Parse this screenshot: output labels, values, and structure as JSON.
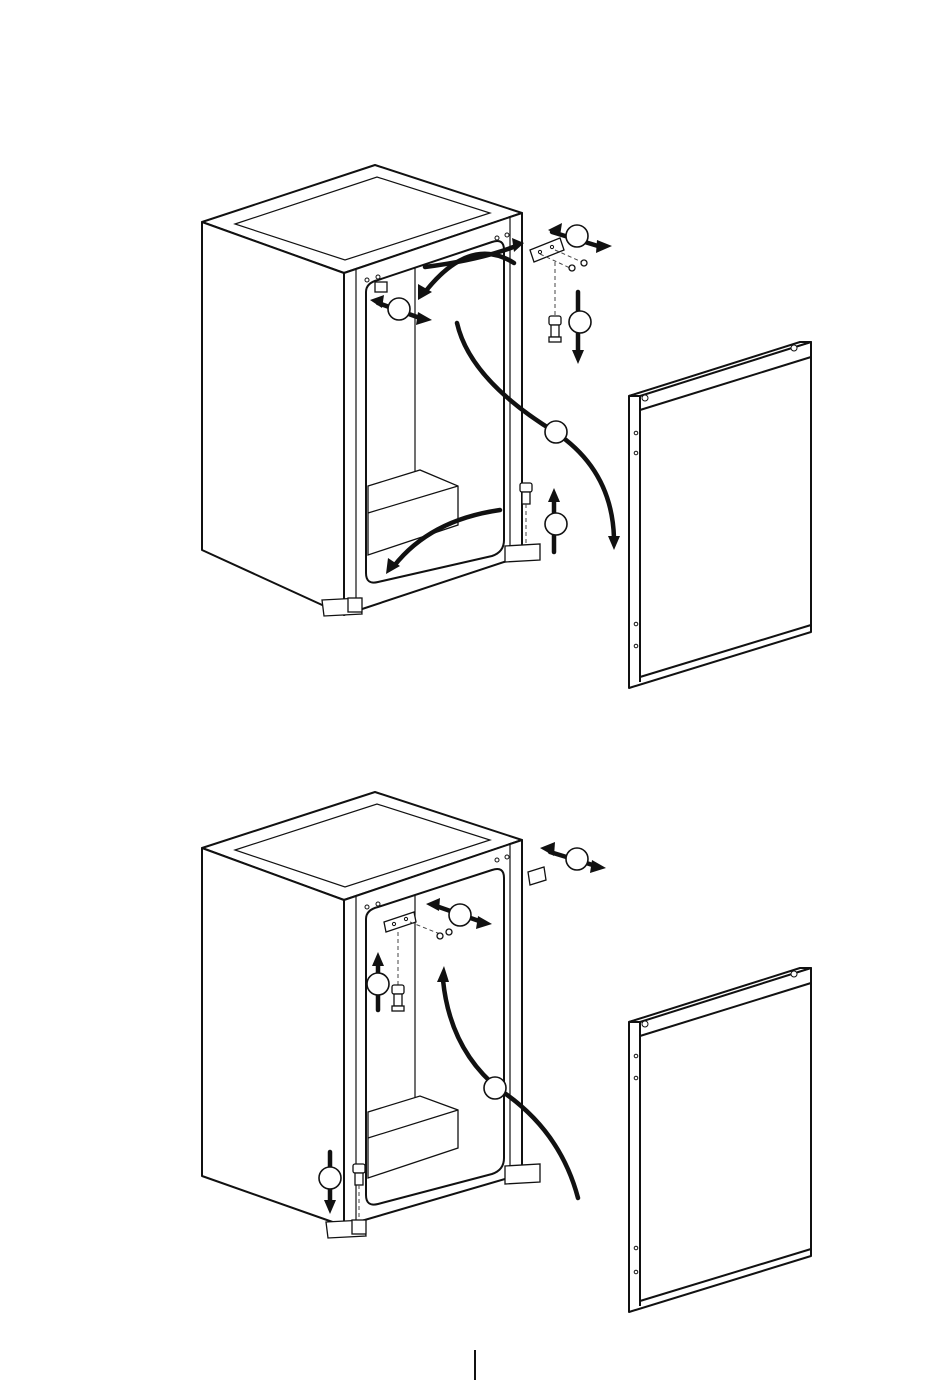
{
  "document": {
    "figures": [
      {
        "id": "fig-top",
        "icons": [
          "cabinet-open-front",
          "door-panel",
          "hinge-bracket",
          "hinge-pin",
          "curved-arrow"
        ]
      },
      {
        "id": "fig-bottom",
        "icons": [
          "cabinet-open-front",
          "door-panel",
          "hinge-bracket",
          "hinge-pin",
          "curved-arrow"
        ]
      }
    ],
    "step_markers": [
      "",
      "",
      "",
      "",
      "",
      "",
      "",
      "",
      "",
      "",
      ""
    ],
    "colors": {
      "ink": "#111111",
      "paper": "#ffffff"
    }
  }
}
